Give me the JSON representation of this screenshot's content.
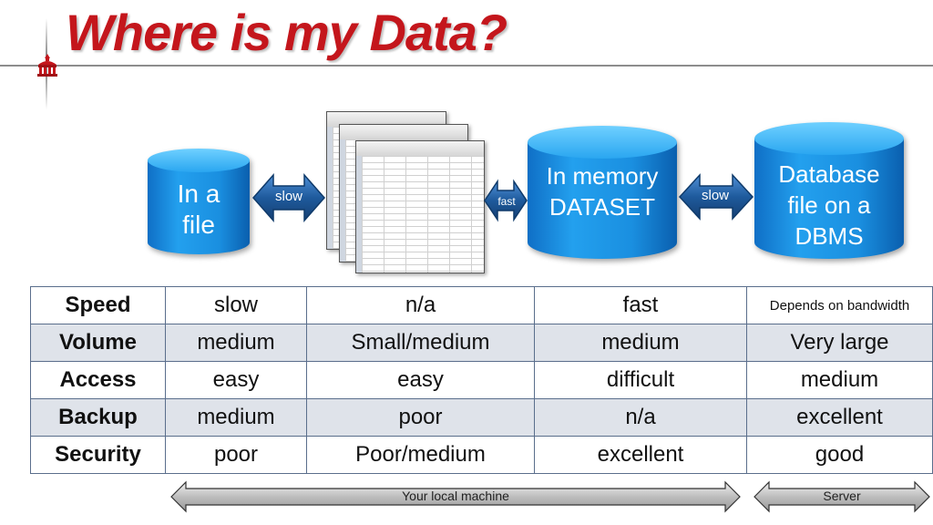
{
  "title": "Where is my Data?",
  "diagram": {
    "file_cylinder": "In a file",
    "memory_cylinder": "In memory DATASET",
    "dbms_cylinder": "Database file on a DBMS",
    "arrow_file_sheets": "slow",
    "arrow_sheets_memory": "fast",
    "arrow_memory_dbms": "slow",
    "spreadsheet_icon": "excel-spreadsheet-icon"
  },
  "table": {
    "rows": [
      {
        "label": "Speed",
        "values": [
          "slow",
          "n/a",
          "fast",
          "Depends on bandwidth"
        ]
      },
      {
        "label": "Volume",
        "values": [
          "medium",
          "Small/medium",
          "medium",
          "Very large"
        ]
      },
      {
        "label": "Access",
        "values": [
          "easy",
          "easy",
          "difficult",
          "medium"
        ]
      },
      {
        "label": "Backup",
        "values": [
          "medium",
          "poor",
          "n/a",
          "excellent"
        ]
      },
      {
        "label": "Security",
        "values": [
          "poor",
          "Poor/medium",
          "excellent",
          "good"
        ]
      }
    ]
  },
  "ranges": {
    "local": "Your local machine",
    "server": "Server"
  },
  "colors": {
    "title": "#c4161c",
    "cylinder": "#1e96e6",
    "arrow": "#1e5a9c",
    "row_shade": "#dfe3ea",
    "table_border": "#5a6e8c"
  }
}
